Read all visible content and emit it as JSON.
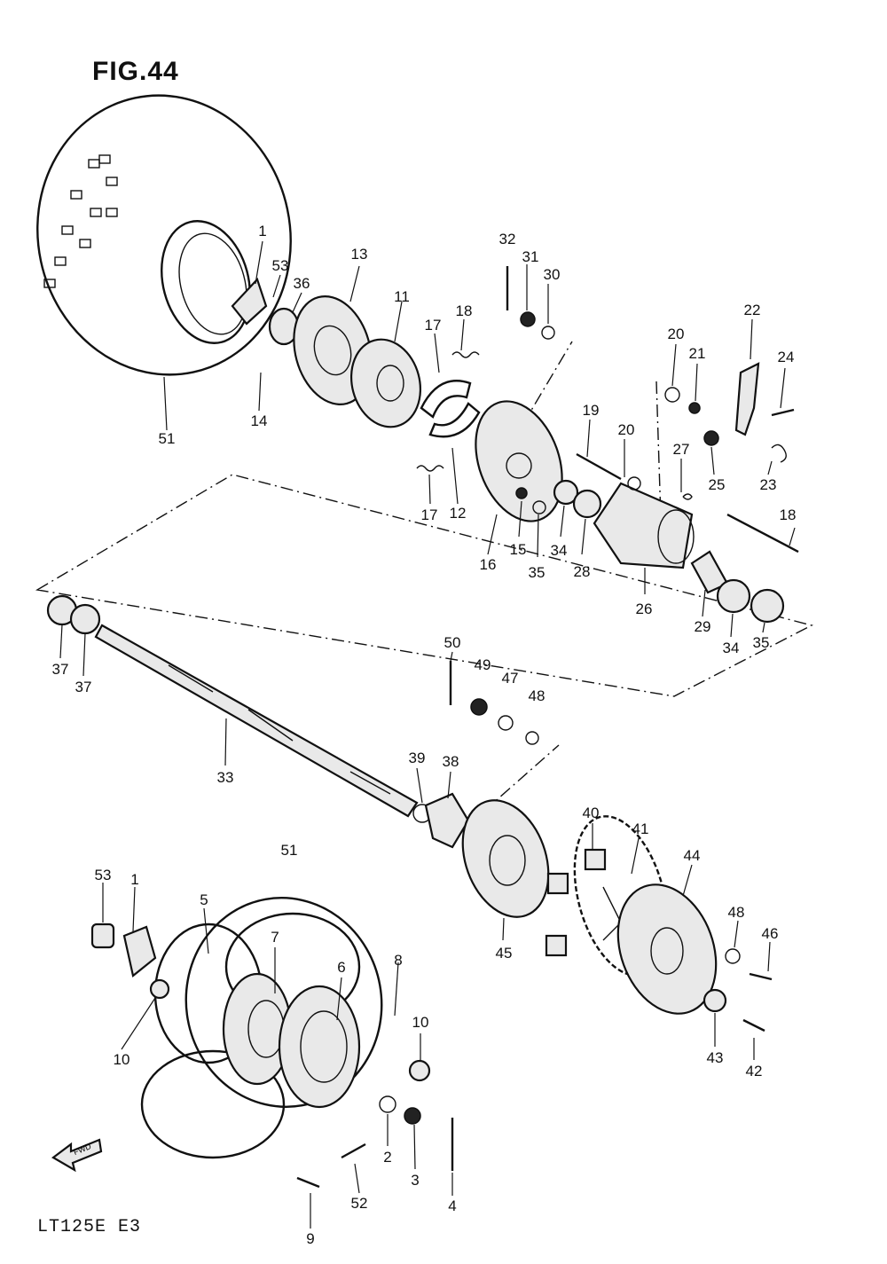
{
  "figure_title": "FIG.44",
  "model_label": "LT125E  E3",
  "fwd_label": "FWD",
  "callouts": [
    {
      "label": "1"
    },
    {
      "label": "53"
    },
    {
      "label": "36"
    },
    {
      "label": "13"
    },
    {
      "label": "11"
    },
    {
      "label": "17"
    },
    {
      "label": "18"
    },
    {
      "label": "32"
    },
    {
      "label": "31"
    },
    {
      "label": "30"
    },
    {
      "label": "22"
    },
    {
      "label": "20"
    },
    {
      "label": "21"
    },
    {
      "label": "24"
    },
    {
      "label": "14"
    },
    {
      "label": "51"
    },
    {
      "label": "19"
    },
    {
      "label": "20"
    },
    {
      "label": "27"
    },
    {
      "label": "25"
    },
    {
      "label": "23"
    },
    {
      "label": "18"
    },
    {
      "label": "17"
    },
    {
      "label": "12"
    },
    {
      "label": "16"
    },
    {
      "label": "15"
    },
    {
      "label": "35"
    },
    {
      "label": "34"
    },
    {
      "label": "28"
    },
    {
      "label": "26"
    },
    {
      "label": "29"
    },
    {
      "label": "34"
    },
    {
      "label": "35"
    },
    {
      "label": "37"
    },
    {
      "label": "37"
    },
    {
      "label": "50"
    },
    {
      "label": "49"
    },
    {
      "label": "47"
    },
    {
      "label": "48"
    },
    {
      "label": "33"
    },
    {
      "label": "39"
    },
    {
      "label": "38"
    },
    {
      "label": "40"
    },
    {
      "label": "41"
    },
    {
      "label": "44"
    },
    {
      "label": "51"
    },
    {
      "label": "53"
    },
    {
      "label": "1"
    },
    {
      "label": "5"
    },
    {
      "label": "7"
    },
    {
      "label": "6"
    },
    {
      "label": "8"
    },
    {
      "label": "48"
    },
    {
      "label": "46"
    },
    {
      "label": "45"
    },
    {
      "label": "10"
    },
    {
      "label": "10"
    },
    {
      "label": "43"
    },
    {
      "label": "42"
    },
    {
      "label": "2"
    },
    {
      "label": "3"
    },
    {
      "label": "52"
    },
    {
      "label": "4"
    },
    {
      "label": "9"
    }
  ]
}
